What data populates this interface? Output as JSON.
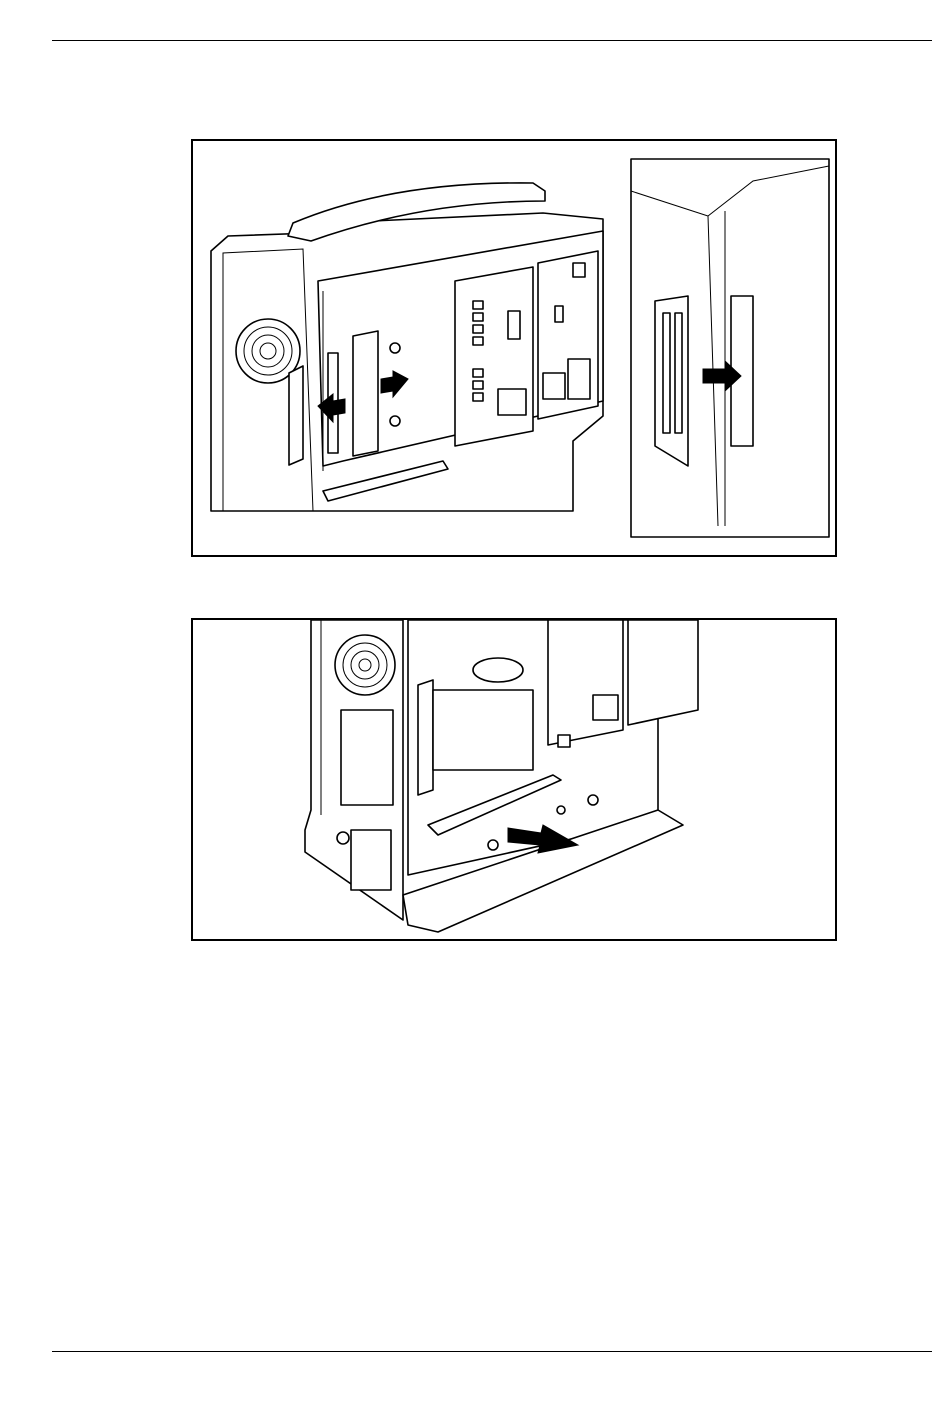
{
  "page": {
    "header_rule": true,
    "footer_rule": true
  },
  "figures": [
    {
      "id": "figure-1",
      "content": "illustration"
    },
    {
      "id": "figure-2",
      "content": "illustration"
    }
  ]
}
